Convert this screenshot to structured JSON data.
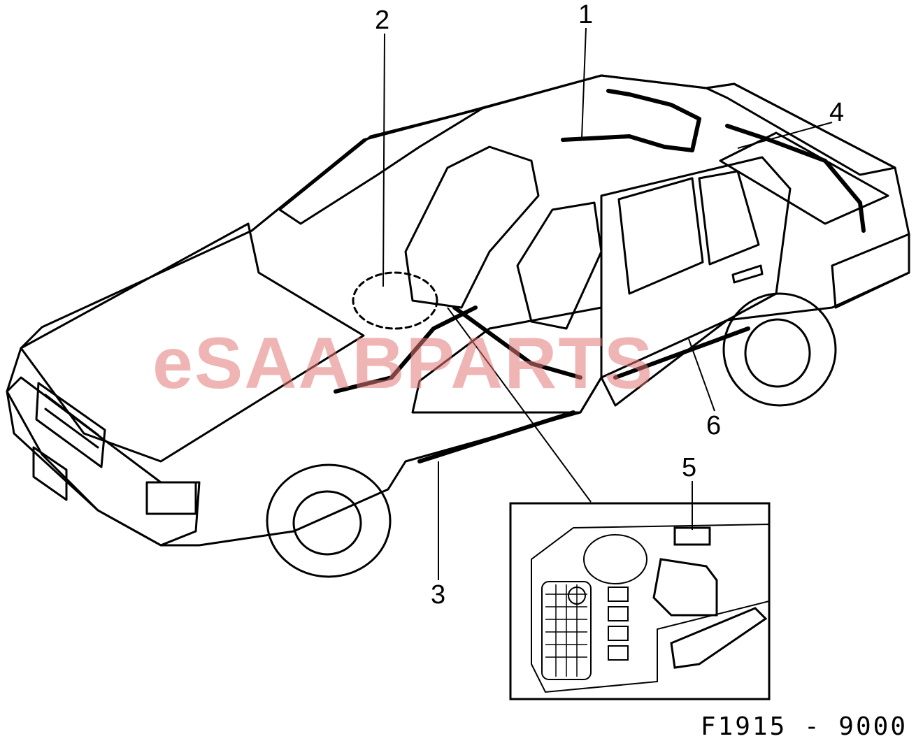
{
  "callouts": {
    "c1": "1",
    "c2": "2",
    "c3": "3",
    "c4": "4",
    "c5": "5",
    "c6": "6"
  },
  "watermark": {
    "text_e": "e",
    "text_saab": "SAAB",
    "text_parts": "PARTS",
    "color": "#e27878"
  },
  "figure_code": "F1915 - 9000"
}
